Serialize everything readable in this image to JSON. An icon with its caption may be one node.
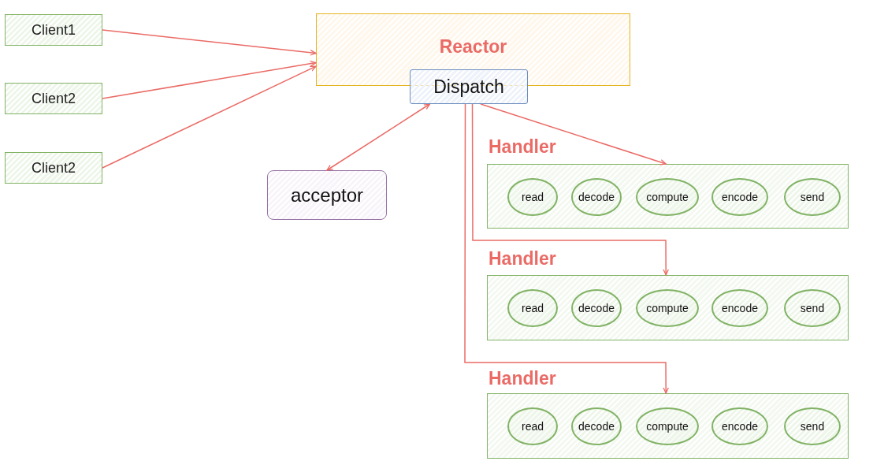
{
  "diagram": {
    "nodes": [
      {
        "text": [
          "Client1"
        ]
      },
      {
        "text": [
          "Client2"
        ]
      },
      {
        "text": [
          "Client2"
        ]
      },
      {
        "text": [
          "Reactor"
        ]
      },
      {
        "text": [
          "Dispatch"
        ]
      },
      {
        "text": [
          "acceptor"
        ]
      },
      {
        "text": [
          "Handler"
        ]
      },
      {
        "text": [
          "read"
        ],
        "in": 6
      },
      {
        "text": [
          "decode"
        ],
        "in": 6
      },
      {
        "text": [
          "compute"
        ],
        "in": 6
      },
      {
        "text": [
          "encode"
        ],
        "in": 6
      },
      {
        "text": [
          "send"
        ],
        "in": 6
      },
      {
        "text": [
          "Handler"
        ]
      },
      {
        "text": [
          "read"
        ],
        "in": 12
      },
      {
        "text": [
          "decode"
        ],
        "in": 12
      },
      {
        "text": [
          "compute"
        ],
        "in": 12
      },
      {
        "text": [
          "encode"
        ],
        "in": 12
      },
      {
        "text": [
          "send"
        ],
        "in": 12
      },
      {
        "text": [
          "Handler"
        ]
      },
      {
        "text": [
          "read"
        ],
        "in": 18
      },
      {
        "text": [
          "decode"
        ],
        "in": 18
      },
      {
        "text": [
          "compute"
        ],
        "in": 18
      },
      {
        "text": [
          "encode"
        ],
        "in": 18
      },
      {
        "text": [
          "send"
        ],
        "in": 18
      }
    ],
    "edges": [
      {
        "from": 0,
        "to": 3,
        "arrow": "to"
      },
      {
        "from": 1,
        "to": 3,
        "arrow": "to"
      },
      {
        "from": 2,
        "to": 3,
        "arrow": "to"
      },
      {
        "from": 4,
        "to": 5,
        "arrow": "both"
      },
      {
        "from": 4,
        "to": 6,
        "arrow": "to"
      },
      {
        "from": 4,
        "to": 12,
        "arrow": "to"
      },
      {
        "from": 4,
        "to": 18,
        "arrow": "to"
      }
    ]
  }
}
